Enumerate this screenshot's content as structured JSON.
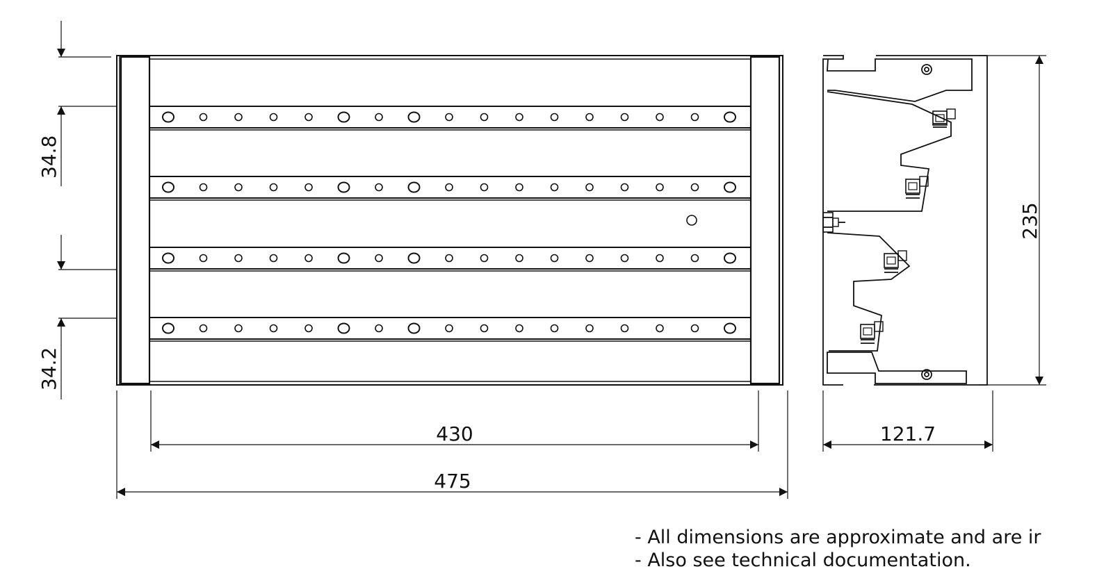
{
  "dimensions": {
    "offset_top": "34.8",
    "offset_bottom": "34.2",
    "inner_width": "430",
    "overall_width": "475",
    "depth": "121.7",
    "height": "235"
  },
  "front_view": {
    "rail_count": 4,
    "holes_per_rail": 17,
    "large_hole_positions": [
      0,
      5,
      7,
      16
    ]
  },
  "notes": [
    "- All dimensions are approximate and are ir",
    "- Also see technical documentation."
  ],
  "colors": {
    "line": "#111111",
    "background": "#ffffff"
  }
}
